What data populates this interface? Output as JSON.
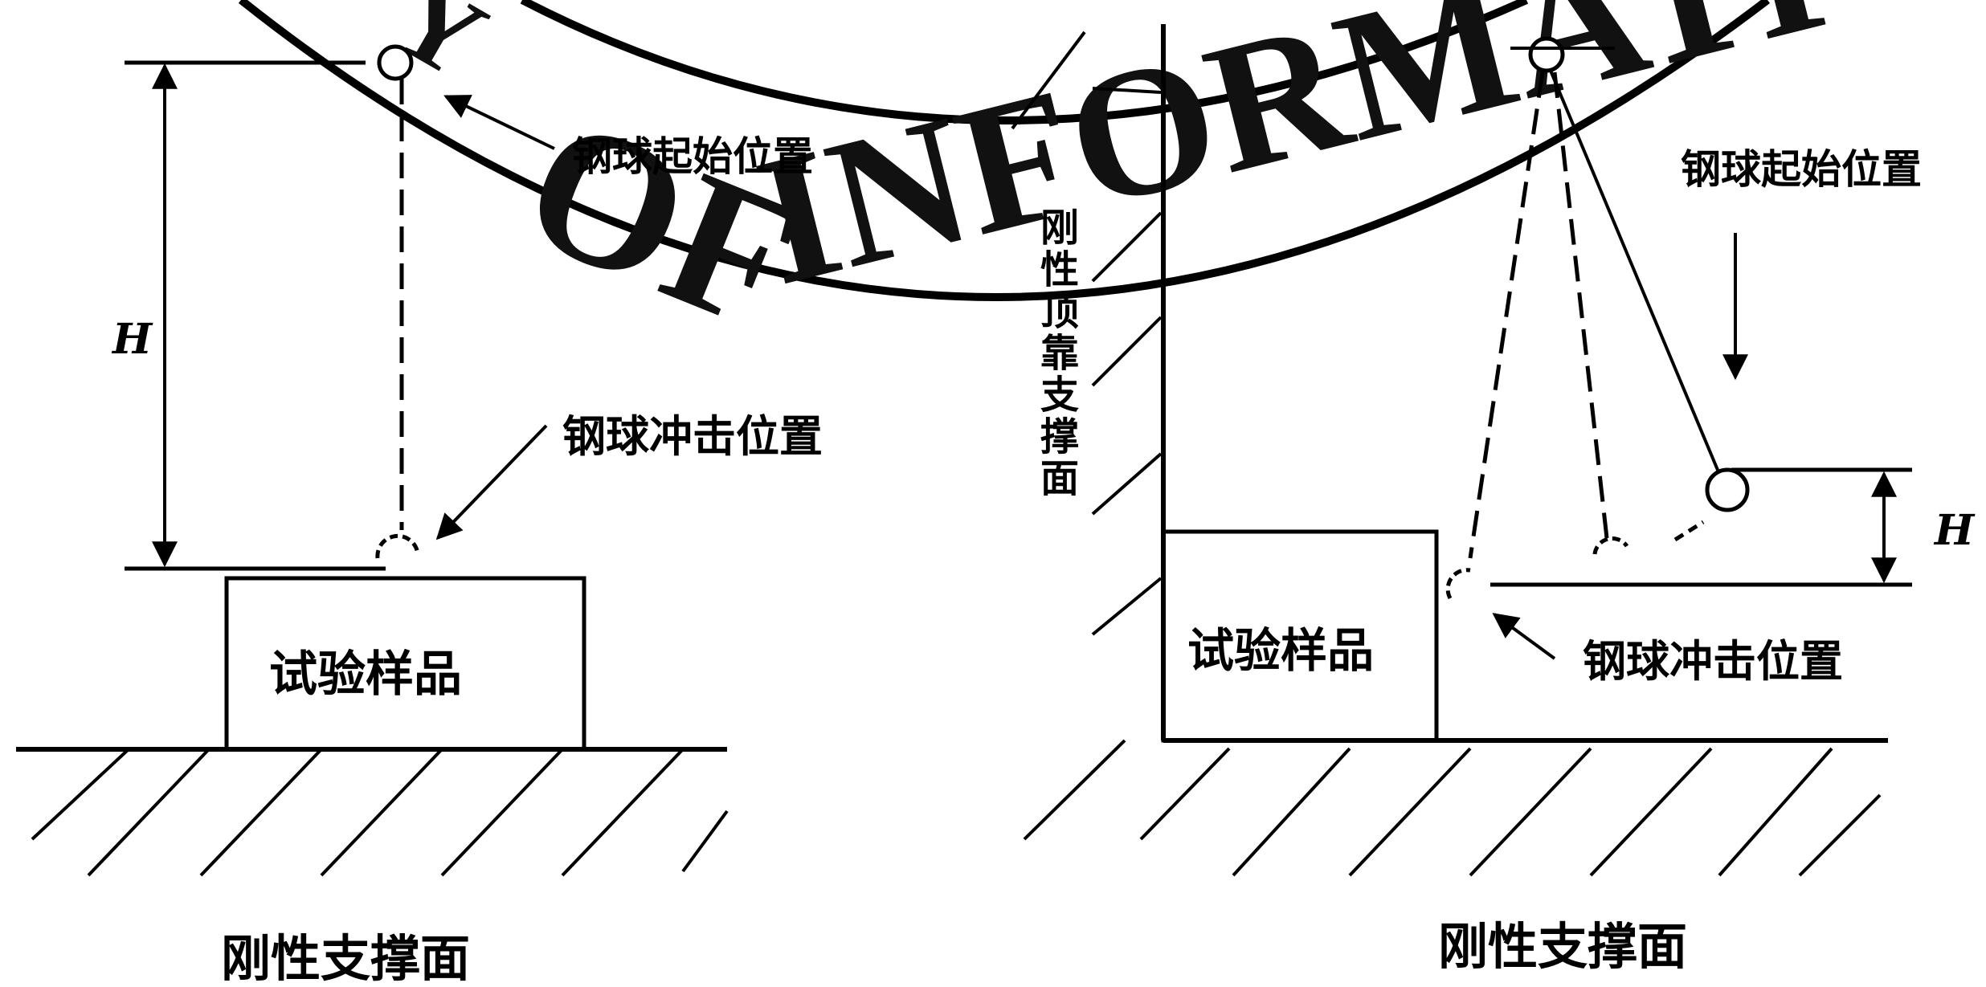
{
  "watermark": {
    "text_left": "OF",
    "text_right": "INFORMATI",
    "fragment_left": "Y",
    "color": "#111111"
  },
  "left_diagram": {
    "ball_start_label": "钢球起始位置",
    "ball_impact_label": "钢球冲击位置",
    "height_label": "H",
    "sample_label": "试验样品",
    "support_label": "刚性支撑面"
  },
  "right_diagram": {
    "ball_start_label": "钢球起始位置",
    "ball_impact_label": "钢球冲击位置",
    "height_label": "H",
    "sample_label": "试验样品",
    "support_label": "刚性支撑面",
    "wall_label": "刚性顶靠支撑面"
  },
  "colors": {
    "ink": "#000000",
    "background": "#ffffff"
  }
}
